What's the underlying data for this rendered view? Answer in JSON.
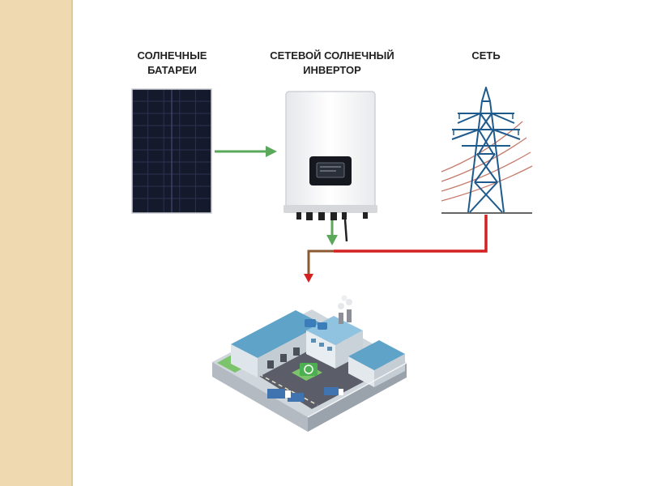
{
  "labels": {
    "solar_panels": "СОЛНЕЧНЫЕ\nБАТАРЕИ",
    "inverter": "СЕТЕВОЙ СОЛНЕЧНЫЙ\nИНВЕРТОР",
    "grid": "СЕТЬ"
  },
  "icons": {
    "solar_panel": "solar-panel-icon",
    "inverter": "inverter-icon",
    "power_tower": "power-tower-icon",
    "factory": "factory-icon"
  },
  "colors": {
    "solar_flow": "#5aa85a",
    "grid_flow": "#d42020",
    "panel": "#141a2c",
    "side_strip": "#efd9b0"
  }
}
